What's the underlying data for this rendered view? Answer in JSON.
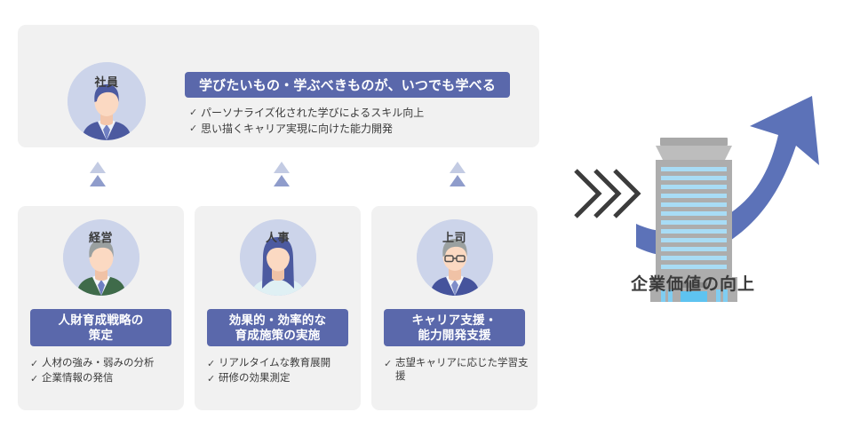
{
  "top_panel": {
    "avatar_label": "社員",
    "banner_text": "学びたいもの・学ぶべきものが、いつでも学べる",
    "check_glyph": "✓",
    "bullets": [
      "パーソナライズ化された学びによるスキル向上",
      "思い描くキャリア実現に向けた能力開発"
    ]
  },
  "role_cards": [
    {
      "avatar_label": "経営",
      "badge_line1": "人財育成戦略の",
      "badge_line2": "策定",
      "bullets": [
        "人材の強み・弱みの分析",
        "企業情報の発信"
      ]
    },
    {
      "avatar_label": "人事",
      "badge_line1": "効果的・効率的な",
      "badge_line2": "育成施策の実施",
      "bullets": [
        "リアルタイムな教育展開",
        "研修の効果測定"
      ]
    },
    {
      "avatar_label": "上司",
      "badge_line1": "キャリア支援・",
      "badge_line2": "能力開発支援",
      "bullets": [
        "志望キャリアに応じた学習支援"
      ]
    }
  ],
  "growth": {
    "caption": "企業価値の向上",
    "chevron_icon": "chevron-triple-right",
    "building_icon": "office-building",
    "arrow_icon": "upward-curved-arrow"
  },
  "colors": {
    "card_background": "#f1f1f1",
    "badge_blue": "#5a68ab",
    "avatar_circle": "#ccd4ea",
    "arrow_blue": "#5c72b8",
    "building_gray": "#a8a8a8",
    "window_blue": "#a8dcf5",
    "triangle_light": "#c3cbe3",
    "triangle_dark": "#8f9ccb",
    "text_dark": "#3b3b3b",
    "page_background": "#ffffff"
  }
}
